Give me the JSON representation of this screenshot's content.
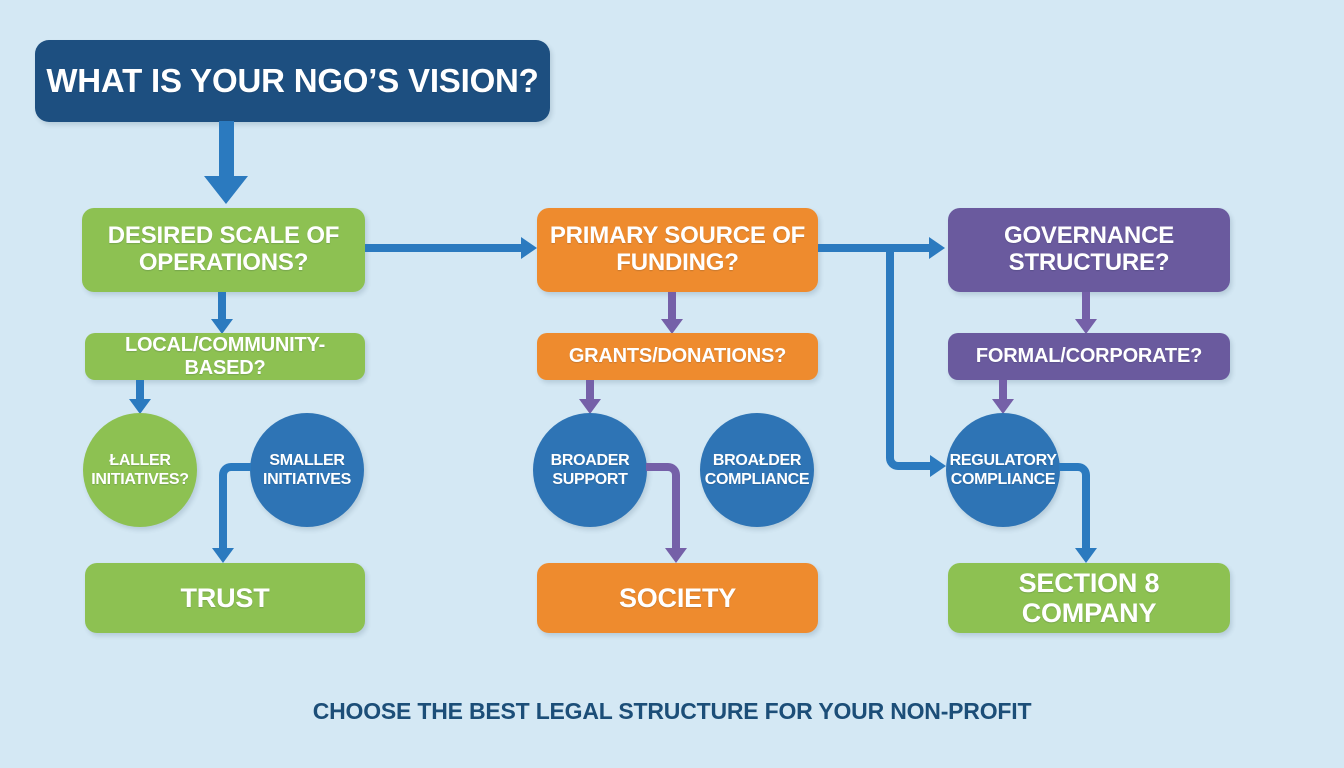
{
  "palette": {
    "background": "#d4e8f4",
    "navy": "#1d4f80",
    "green": "#8dc152",
    "orange": "#ee8b2e",
    "purple": "#6a5a9e",
    "blue_fill": "#2e74b5",
    "blue_line": "#2b7abf",
    "purple_line": "#7560a8",
    "caption_text": "#1c4e78"
  },
  "nodes": {
    "vision": "WHAT IS YOUR NGO’S VISION?",
    "scale_question": "DESIRED SCALE OF OPERATIONS?",
    "funding_question": "PRIMARY SOURCE OF FUNDING?",
    "governance_question": "GOVERNANCE STRUCTURE?",
    "local_community": "LOCAL/COMMUNITY-BASED?",
    "grants_donations": "GRANTS/DONATIONS?",
    "formal_corporate": "FORMAL/CORPORATE?",
    "laller_initiatives": "ŁALLER INITIATIVES?",
    "smaller_initiatives": "SMALLER INITIATIVES",
    "broader_support": "BROADER SUPPORT",
    "broalder_compliance": "BROAŁDER COMPLIANCE",
    "regulatory_compliance": "REGULATORY COMPLIANCE",
    "trust": "TRUST",
    "society": "SOCIETY",
    "section8_company": "SECTION 8 COMPANY"
  },
  "caption": "CHOOSE THE BEST LEGAL STRUCTURE FOR YOUR NON-PROFIT"
}
